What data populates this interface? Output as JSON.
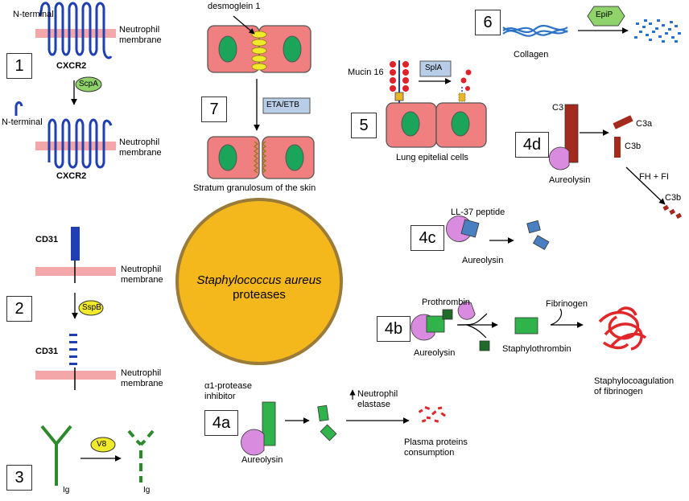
{
  "center": {
    "line1": "Staphylococcus aureus",
    "line2": "proteases"
  },
  "panels": {
    "p1": {
      "num": "1",
      "n_terminal_top": "N-terminal",
      "n_terminal_cleaved": "N-terminal",
      "membrane_top_l1": "Neutrophil",
      "membrane_top_l2": "membrane",
      "membrane_bottom_l1": "Neutrophil",
      "membrane_bottom_l2": "membrane",
      "receptor_top": "CXCR2",
      "receptor_bottom": "CXCR2",
      "enzyme": "ScpA"
    },
    "p2": {
      "num": "2",
      "receptor_top": "CD31",
      "receptor_bottom": "CD31",
      "membrane_top_l1": "Neutrophil",
      "membrane_top_l2": "membrane",
      "membrane_bottom_l1": "Neutrophil",
      "membrane_bottom_l2": "membrane",
      "enzyme": "SspB"
    },
    "p3": {
      "num": "3",
      "enzyme": "V8",
      "ig_left": "Ig",
      "ig_right": "Ig"
    },
    "p7": {
      "num": "7",
      "desmoglein": "desmoglein 1",
      "enzyme": "ETA/ETB",
      "caption": "Stratum granulosum of the skin"
    },
    "p6": {
      "num": "6",
      "enzyme": "EpiP",
      "caption": "Collagen"
    },
    "p5": {
      "num": "5",
      "mucin": "Mucin 16",
      "enzyme": "SplA",
      "caption": "Lung epitelial cells"
    },
    "p4d": {
      "num": "4d",
      "c3": "C3",
      "c3a": "C3a",
      "c3b": "C3b",
      "factors": "FH + FI",
      "c3b_frag": "C3b",
      "enzyme": "Aureolysin"
    },
    "p4c": {
      "num": "4c",
      "peptide": "LL-37 peptide",
      "enzyme": "Aureolysin"
    },
    "p4b": {
      "num": "4b",
      "prothrombin": "Prothrombin",
      "enzyme": "Aureolysin",
      "staphylothrombin": "Staphylothrombin",
      "fibrinogen": "Fibrinogen",
      "result_l1": "Staphylocoagulation",
      "result_l2": "of fibrinogen"
    },
    "p4a": {
      "num": "4a",
      "inhibitor_l1": "α1-protease",
      "inhibitor_l2": "inhibitor",
      "enzyme": "Aureolysin",
      "elastase_l1": "Neutrophil",
      "elastase_l2": "elastase",
      "result_l1": "Plasma proteins",
      "result_l2": "consumption"
    }
  },
  "colors": {
    "membrane": "#f4a7a8",
    "receptor": "#1f3fb3",
    "enzyme_green": "#8fd36a",
    "enzyme_yellow": "#f0ea2a",
    "cell_fill": "#f08080",
    "nucleus": "#1aa55a",
    "center_fill": "#f4b81c",
    "center_ring": "#9a7b3a",
    "aureolysin": "#d98be0",
    "c3_bar": "#a52a1e",
    "blue_rect": "#4a7fc1",
    "green_rect": "#2fb34a",
    "dark_green": "#1f6b2a",
    "ig_green": "#2c8a2c",
    "collagen": "#2a73c8",
    "fibrin_red": "#e0282a",
    "mucin_red": "#e0202a",
    "mucin_yellow": "#e8b52a",
    "enzyme_box": "#b8cde8"
  }
}
